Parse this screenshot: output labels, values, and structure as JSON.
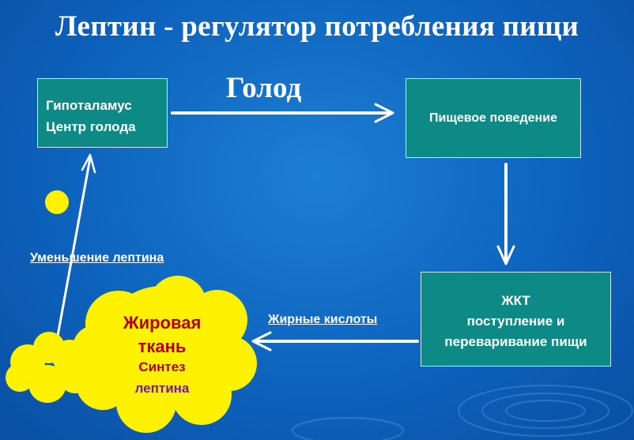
{
  "title": "Лептин - регулятор потребления пищи",
  "nodes": {
    "hypothalamus": {
      "line1": "Гипоталамус",
      "line2": "Центр голода"
    },
    "eating_behavior": {
      "label": "Пищевое поведение"
    },
    "gut": {
      "line1": "ЖКТ",
      "line2": "поступление и",
      "line3": "переваривание пищи"
    },
    "adipose": {
      "line1": "Жировая",
      "line2": "ткань",
      "line3": "Синтез",
      "line4": "лептина"
    }
  },
  "edges": {
    "hunger": "Голод",
    "fatty_acids": "Жирные кислоты",
    "leptin_decrease": "Уменьшение лептина"
  },
  "colors": {
    "background": "#0d63bd",
    "box_fill": "#0e8a86",
    "cloud_fill": "#fff200",
    "cloud_text": "#b3001b",
    "cloud_text_secondary": "#7a1a8f",
    "arrow": "#ffffff"
  }
}
